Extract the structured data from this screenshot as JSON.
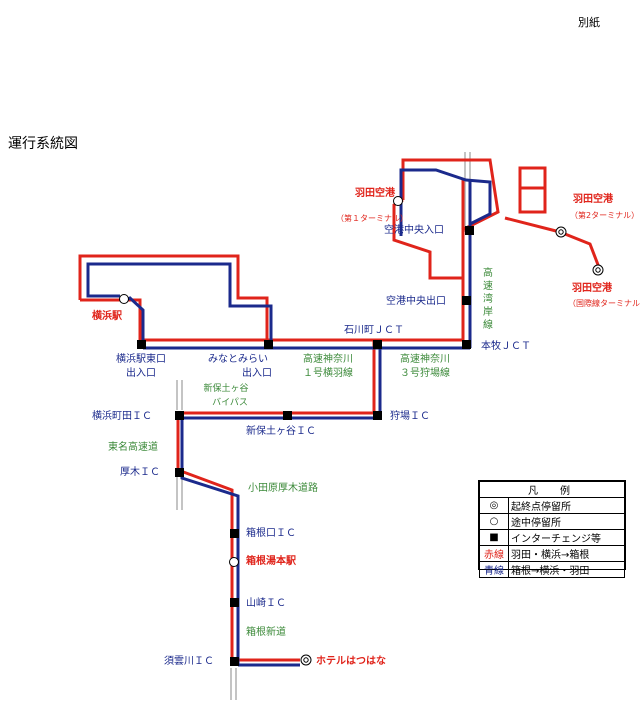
{
  "header": {
    "corner_label": "別紙",
    "title": "運行系統図"
  },
  "colors": {
    "red": "#e0241b",
    "blue": "#1b2a8c",
    "green": "#3c8a3a",
    "gray": "#b0b0b0"
  },
  "stops": {
    "haneda_t1": {
      "name": "羽田空港",
      "sub": "（第１ターミナル）"
    },
    "haneda_t2": {
      "name": "羽田空港",
      "sub": "（第2ターミナル）"
    },
    "haneda_intl": {
      "name": "羽田空港",
      "sub": "（国際線ターミナル）"
    },
    "yokohama_station": {
      "name": "横浜駅"
    },
    "hakone_yumoto": {
      "name": "箱根湯本駅"
    },
    "hotel_hatsuhana": {
      "name": "ホテルはつはな"
    }
  },
  "interchanges": {
    "airport_center_in": "空港中央入口",
    "airport_center_out": "空港中央出口",
    "ishikawacho_jct": "石川町ＪＣＴ",
    "honmoku_jct": "本牧ＪＣＴ",
    "yokohama_east_1": "横浜駅東口",
    "yokohama_east_2": "出入口",
    "minatomirai_1": "みなとみらい",
    "minatomirai_2": "出入口",
    "yokohama_machida": "横浜町田ＩＣ",
    "shinhodogaya": "新保土ヶ谷ＩＣ",
    "kariba": "狩場ＩＣ",
    "atsugi": "厚木ＩＣ",
    "hakoneguchi": "箱根口ＩＣ",
    "yamazaki": "山崎ＩＣ",
    "sugumogawa": "須雲川ＩＣ"
  },
  "roads": {
    "bayshore": "高速湾岸線",
    "k1_line1": "高速神奈川",
    "k1_line2": "１号横羽線",
    "k3_line1": "高速神奈川",
    "k3_line2": "３号狩場線",
    "bypass_line1": "新保土ヶ谷",
    "bypass_line2": "バイパス",
    "tomei": "東名高速道",
    "odawara_atsugi": "小田原厚木道路",
    "hakone_shindo": "箱根新道"
  },
  "legend": {
    "title": "凡　例",
    "items": [
      {
        "symbol": "◎",
        "label": "起終点停留所"
      },
      {
        "symbol": "○",
        "label": "途中停留所"
      },
      {
        "symbol": "■",
        "label": "インターチェンジ等"
      },
      {
        "symbol": "赤線",
        "label": "羽田・横浜→箱根"
      },
      {
        "symbol": "青線",
        "label": "箱根→横浜・羽田"
      }
    ]
  }
}
